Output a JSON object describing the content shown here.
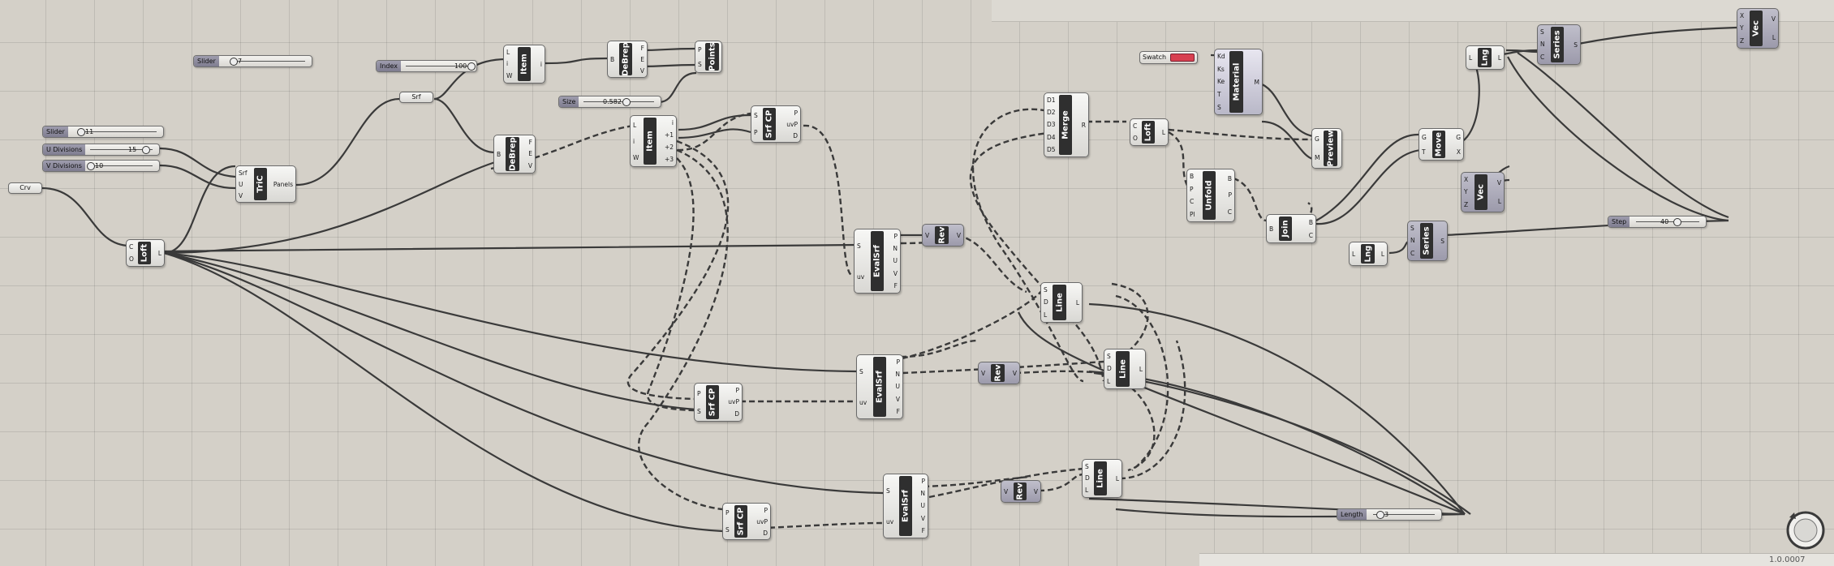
{
  "canvas": {
    "version": "1.0.0007",
    "colors": {
      "background": "#d4d0c8",
      "swatch": "#d84050",
      "wire": "#3a3a3a"
    }
  },
  "sliders": [
    {
      "id": "slider-a",
      "label": "Slider",
      "value": "7"
    },
    {
      "id": "slider-b",
      "label": "Slider",
      "value": "11"
    },
    {
      "id": "u-divisions",
      "label": "U Divisions",
      "value": "15"
    },
    {
      "id": "v-divisions",
      "label": "V Divisions",
      "value": "10"
    },
    {
      "id": "index",
      "label": "Index",
      "value": "100"
    },
    {
      "id": "size",
      "label": "Size",
      "value": "0.582"
    },
    {
      "id": "step",
      "label": "Step",
      "value": "40"
    },
    {
      "id": "length",
      "label": "Length",
      "value": "3"
    }
  ],
  "params": {
    "crv": "Crv",
    "srf": "Srf"
  },
  "swatch": {
    "label": "Swatch",
    "icon": "color-swatch-icon"
  },
  "components": {
    "loft1": {
      "name": "Loft",
      "in": [
        "C",
        "O"
      ],
      "out": [
        "L"
      ]
    },
    "tric": {
      "name": "TriC",
      "in": [
        "Srf",
        "U",
        "V"
      ],
      "out": [
        "Panels"
      ]
    },
    "item1": {
      "name": "Item",
      "in": [
        "L",
        "i",
        "W"
      ],
      "out": [
        "i"
      ]
    },
    "dbrep1": {
      "name": "DeBrep",
      "in": [
        "B"
      ],
      "out": [
        "F",
        "E",
        "V"
      ]
    },
    "points": {
      "name": "Points",
      "in": [
        "P",
        "S"
      ],
      "out": []
    },
    "dbrep2": {
      "name": "DeBrep",
      "in": [
        "B"
      ],
      "out": [
        "F",
        "E",
        "V"
      ]
    },
    "item2": {
      "name": "Item",
      "in": [
        "L",
        "i",
        "W"
      ],
      "out": [
        "i",
        "+1",
        "+2",
        "+3"
      ]
    },
    "srfcp1": {
      "name": "Srf CP",
      "in": [
        "S",
        "P"
      ],
      "out": [
        "P",
        "uvP",
        "D"
      ]
    },
    "evalsrf1": {
      "name": "EvalSrf",
      "in": [
        "S",
        "uv"
      ],
      "out": [
        "P",
        "N",
        "U",
        "V",
        "F"
      ]
    },
    "rev1": {
      "name": "Rev",
      "in": [
        "V"
      ],
      "out": [
        "V"
      ]
    },
    "merge": {
      "name": "Merge",
      "in": [
        "D1",
        "D2",
        "D3",
        "D4",
        "D5"
      ],
      "out": [
        "R"
      ]
    },
    "loft2": {
      "name": "Loft",
      "in": [
        "C",
        "O"
      ],
      "out": [
        "L"
      ]
    },
    "material": {
      "name": "Material",
      "in": [
        "Kd",
        "Ks",
        "Ke",
        "T",
        "S"
      ],
      "out": [
        "M"
      ]
    },
    "preview": {
      "name": "Preview",
      "in": [
        "G",
        "M"
      ],
      "out": []
    },
    "unfold": {
      "name": "Unfold",
      "in": [
        "B",
        "P",
        "C",
        "Pl"
      ],
      "out": [
        "B",
        "P",
        "C"
      ]
    },
    "join": {
      "name": "Join",
      "in": [
        "B"
      ],
      "out": [
        "B",
        "C"
      ]
    },
    "line1": {
      "name": "Line",
      "in": [
        "S",
        "D",
        "L"
      ],
      "out": [
        "L"
      ]
    },
    "line2": {
      "name": "Line",
      "in": [
        "S",
        "D",
        "L"
      ],
      "out": [
        "L"
      ]
    },
    "evalsrf2": {
      "name": "EvalSrf",
      "in": [
        "S",
        "uv"
      ],
      "out": [
        "P",
        "N",
        "U",
        "V",
        "F"
      ]
    },
    "rev2": {
      "name": "Rev",
      "in": [
        "V"
      ],
      "out": [
        "V"
      ]
    },
    "srfcp2": {
      "name": "Srf CP",
      "in": [
        "P",
        "S"
      ],
      "out": [
        "P",
        "uvP",
        "D"
      ]
    },
    "evalsrf3": {
      "name": "EvalSrf",
      "in": [
        "S",
        "uv"
      ],
      "out": [
        "P",
        "N",
        "U",
        "V",
        "F"
      ]
    },
    "rev3": {
      "name": "Rev",
      "in": [
        "V"
      ],
      "out": [
        "V"
      ]
    },
    "line3": {
      "name": "Line",
      "in": [
        "S",
        "D",
        "L"
      ],
      "out": [
        "L"
      ]
    },
    "srfcp3": {
      "name": "Srf CP",
      "in": [
        "P",
        "S"
      ],
      "out": [
        "P",
        "uvP",
        "D"
      ]
    },
    "move": {
      "name": "Move",
      "in": [
        "G",
        "T"
      ],
      "out": [
        "G",
        "X"
      ]
    },
    "lng1": {
      "name": "Lng",
      "in": [
        "L"
      ],
      "out": [
        "L"
      ]
    },
    "series1": {
      "name": "Series",
      "in": [
        "S",
        "N",
        "C"
      ],
      "out": [
        "S"
      ]
    },
    "vec1": {
      "name": "Vec",
      "in": [
        "X",
        "Y",
        "Z"
      ],
      "out": [
        "V",
        "L"
      ]
    },
    "vec2": {
      "name": "Vec",
      "in": [
        "X",
        "Y",
        "Z"
      ],
      "out": [
        "V",
        "L"
      ]
    },
    "lng2": {
      "name": "Lng",
      "in": [
        "L"
      ],
      "out": [
        "L"
      ]
    },
    "series2": {
      "name": "Series",
      "in": [
        "S",
        "N",
        "C"
      ],
      "out": [
        "S"
      ]
    }
  }
}
